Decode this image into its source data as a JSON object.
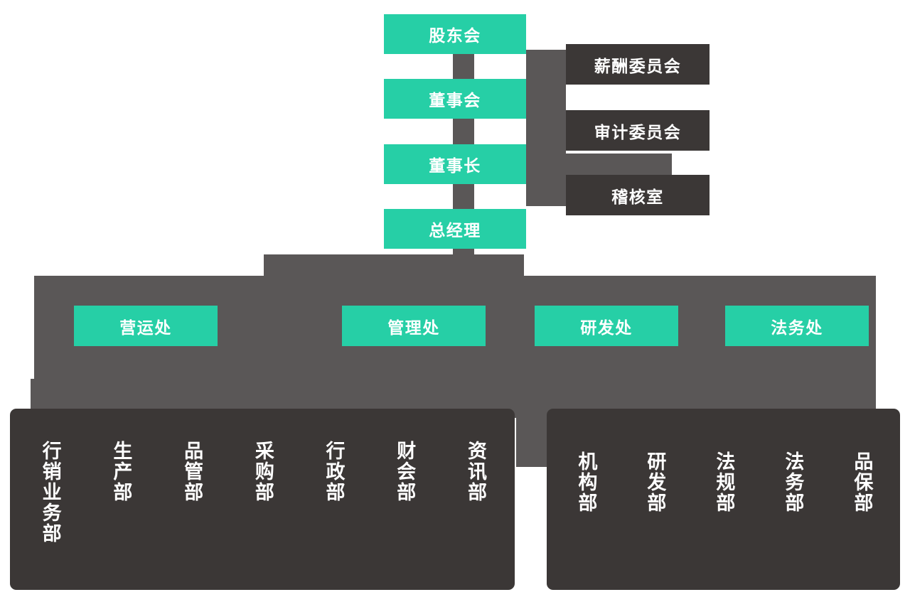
{
  "colors": {
    "accent_green": "#26cfa6",
    "dark_box": "#3b3736",
    "connector_gray": "#5a5757",
    "background": "#ffffff",
    "text": "#ffffff"
  },
  "executive_chain": [
    {
      "id": "shareholders",
      "label": "股东会"
    },
    {
      "id": "board-of-directors",
      "label": "董事会"
    },
    {
      "id": "chairman",
      "label": "董事长"
    },
    {
      "id": "general-manager",
      "label": "总经理"
    }
  ],
  "committees": [
    {
      "id": "compensation-committee",
      "label": "薪酬委员会"
    },
    {
      "id": "audit-committee",
      "label": "审计委员会"
    },
    {
      "id": "internal-audit-office",
      "label": "稽核室"
    }
  ],
  "divisions": [
    {
      "id": "operations-division",
      "label": "营运处"
    },
    {
      "id": "management-division",
      "label": "管理处"
    },
    {
      "id": "rd-division",
      "label": "研发处"
    },
    {
      "id": "legal-division",
      "label": "法务处"
    }
  ],
  "departments_left": [
    {
      "id": "marketing-sales-department",
      "label": "行销业务部"
    },
    {
      "id": "production-department",
      "label": "生产部"
    },
    {
      "id": "quality-control-department",
      "label": "品管部"
    },
    {
      "id": "procurement-department",
      "label": "采购部"
    },
    {
      "id": "administration-department",
      "label": "行政部"
    },
    {
      "id": "finance-accounting-department",
      "label": "财会部"
    },
    {
      "id": "information-technology-department",
      "label": "资讯部"
    }
  ],
  "departments_right": [
    {
      "id": "institution-department",
      "label": "机构部"
    },
    {
      "id": "rd-department",
      "label": "研发部"
    },
    {
      "id": "regulatory-department",
      "label": "法规部"
    },
    {
      "id": "legal-affairs-department",
      "label": "法务部"
    },
    {
      "id": "quality-assurance-department",
      "label": "品保部"
    }
  ]
}
